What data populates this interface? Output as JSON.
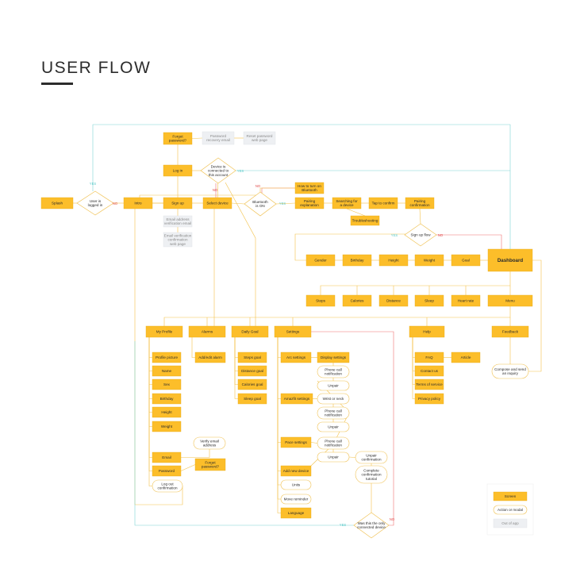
{
  "title": "USER FLOW",
  "colors": {
    "screen": "#fcbe2a",
    "screen_border": "#e9a818",
    "action_border": "#f0c255",
    "out_of_app": "#eef0f3",
    "flow_line": "#f3c24a",
    "yes_line": "#7fd6d6",
    "no_line": "#ef7070",
    "yes_text": "#55c8c8",
    "no_text": "#e04646"
  },
  "nodes": [
    {
      "id": "splash",
      "label": "Splash",
      "type": "screen"
    },
    {
      "id": "logged",
      "label": "User is|logged in",
      "type": "decision"
    },
    {
      "id": "intro",
      "label": "Intro",
      "type": "screen"
    },
    {
      "id": "forgot1",
      "label": "Forgot|password?",
      "type": "screen"
    },
    {
      "id": "pwemail",
      "label": "Password|recovery email",
      "type": "out"
    },
    {
      "id": "resetweb",
      "label": "Reset password|web page",
      "type": "out"
    },
    {
      "id": "login",
      "label": "Log in",
      "type": "screen"
    },
    {
      "id": "devconn",
      "label": "Device is|connected to|this account",
      "type": "decision"
    },
    {
      "id": "signup",
      "label": "Sign up",
      "type": "screen"
    },
    {
      "id": "seldev",
      "label": "Select device",
      "type": "screen"
    },
    {
      "id": "bt",
      "label": "Bluetooth|is ON",
      "type": "decision"
    },
    {
      "id": "howbt",
      "label": "How to turn on|Bluetooth",
      "type": "screen"
    },
    {
      "id": "pairexp",
      "label": "Pairing|explanation",
      "type": "screen"
    },
    {
      "id": "search",
      "label": "Searching for|a device",
      "type": "screen"
    },
    {
      "id": "tap",
      "label": "Tap to confirm",
      "type": "screen"
    },
    {
      "id": "pairconf",
      "label": "Pairing|confirmation",
      "type": "screen"
    },
    {
      "id": "trouble",
      "label": "Troubleshooting",
      "type": "screen"
    },
    {
      "id": "signupflow",
      "label": "Sign up flow",
      "type": "decision"
    },
    {
      "id": "emailver",
      "label": "Email address|verification email",
      "type": "out"
    },
    {
      "id": "emailverweb",
      "label": "Email verification|confirmation|web page",
      "type": "out"
    },
    {
      "id": "gender",
      "label": "Gender",
      "type": "screen"
    },
    {
      "id": "birthday1",
      "label": "Birthday",
      "type": "screen"
    },
    {
      "id": "height1",
      "label": "Height",
      "type": "screen"
    },
    {
      "id": "weight1",
      "label": "Weight",
      "type": "screen"
    },
    {
      "id": "goal",
      "label": "Goal",
      "type": "screen"
    },
    {
      "id": "dashboard",
      "label": "Dashboard",
      "type": "screen"
    },
    {
      "id": "steps",
      "label": "Steps",
      "type": "screen"
    },
    {
      "id": "calories",
      "label": "Calories",
      "type": "screen"
    },
    {
      "id": "distance",
      "label": "Distance",
      "type": "screen"
    },
    {
      "id": "sleep",
      "label": "Sleep",
      "type": "screen"
    },
    {
      "id": "heartrate",
      "label": "Heart rate",
      "type": "screen"
    },
    {
      "id": "menu",
      "label": "Menu",
      "type": "screen"
    },
    {
      "id": "myprofile",
      "label": "My Profile",
      "type": "screen"
    },
    {
      "id": "alarms",
      "label": "Alarms",
      "type": "screen"
    },
    {
      "id": "dailygoal",
      "label": "Daily Goal",
      "type": "screen"
    },
    {
      "id": "settings",
      "label": "Settings",
      "type": "screen"
    },
    {
      "id": "help",
      "label": "Help",
      "type": "screen"
    },
    {
      "id": "feedback",
      "label": "Feedback",
      "type": "screen"
    },
    {
      "id": "profilepic",
      "label": "Profile picture",
      "type": "screen"
    },
    {
      "id": "name",
      "label": "Name",
      "type": "screen"
    },
    {
      "id": "sex",
      "label": "Sex",
      "type": "screen"
    },
    {
      "id": "birthday2",
      "label": "Birthday",
      "type": "screen"
    },
    {
      "id": "height2",
      "label": "Height",
      "type": "screen"
    },
    {
      "id": "weight2",
      "label": "Weight",
      "type": "screen"
    },
    {
      "id": "addalarm",
      "label": "Add/edit alarm",
      "type": "screen"
    },
    {
      "id": "stepsgoal",
      "label": "Steps goal",
      "type": "screen"
    },
    {
      "id": "distgoal",
      "label": "Distance goal",
      "type": "screen"
    },
    {
      "id": "calgoal",
      "label": "Calories goal",
      "type": "screen"
    },
    {
      "id": "sleepgoal",
      "label": "Sleep goal",
      "type": "screen"
    },
    {
      "id": "arcset",
      "label": "Arc settings",
      "type": "screen"
    },
    {
      "id": "dispset",
      "label": "Display settings",
      "type": "screen"
    },
    {
      "id": "phonecall1",
      "label": "Phone call|notification",
      "type": "action"
    },
    {
      "id": "unpair1",
      "label": "Unpair",
      "type": "action"
    },
    {
      "id": "amazfit",
      "label": "Amazfit settings",
      "type": "screen"
    },
    {
      "id": "wrist",
      "label": "Wrist or neck",
      "type": "action"
    },
    {
      "id": "phonecall2",
      "label": "Phone call|notification",
      "type": "action"
    },
    {
      "id": "unpair2",
      "label": "Unpair",
      "type": "action"
    },
    {
      "id": "paceset",
      "label": "Pace settings",
      "type": "screen"
    },
    {
      "id": "phonecall3",
      "label": "Phone call|notification",
      "type": "action"
    },
    {
      "id": "unpair3",
      "label": "Unpair",
      "type": "action"
    },
    {
      "id": "unpairconf",
      "label": "Unpair|confirmation",
      "type": "action"
    },
    {
      "id": "complete",
      "label": "Complete|confirmation|tutorial",
      "type": "action"
    },
    {
      "id": "addnew",
      "label": "Add new device",
      "type": "screen"
    },
    {
      "id": "units",
      "label": "Units",
      "type": "action"
    },
    {
      "id": "move",
      "label": "Move reminder",
      "type": "action"
    },
    {
      "id": "language",
      "label": "Language",
      "type": "screen"
    },
    {
      "id": "onlydev",
      "label": "Was this the only|connected device",
      "type": "decision"
    },
    {
      "id": "verifyemail",
      "label": "Verify email|address",
      "type": "action"
    },
    {
      "id": "email",
      "label": "Email",
      "type": "screen"
    },
    {
      "id": "forgot2",
      "label": "Forgot|password?",
      "type": "screen"
    },
    {
      "id": "password",
      "label": "Password",
      "type": "screen"
    },
    {
      "id": "logout",
      "label": "Log out|confirmation",
      "type": "action"
    },
    {
      "id": "faq",
      "label": "FAQ",
      "type": "screen"
    },
    {
      "id": "article",
      "label": "Article",
      "type": "screen"
    },
    {
      "id": "contact",
      "label": "Contact us",
      "type": "screen"
    },
    {
      "id": "terms",
      "label": "Terms of service",
      "type": "screen"
    },
    {
      "id": "privacy",
      "label": "Privacy policy",
      "type": "screen"
    },
    {
      "id": "inquiry",
      "label": "Compose and send|an inquiry",
      "type": "action"
    }
  ],
  "edge_labels": [
    {
      "id": "yes-logged",
      "text": "YES",
      "kind": "yes"
    },
    {
      "id": "no-logged",
      "text": "NO",
      "kind": "no"
    },
    {
      "id": "yes-devconn",
      "text": "YES",
      "kind": "yes"
    },
    {
      "id": "no-devconn",
      "text": "NO",
      "kind": "no"
    },
    {
      "id": "no-bt",
      "text": "NO",
      "kind": "no"
    },
    {
      "id": "yes-bt",
      "text": "YES",
      "kind": "yes"
    },
    {
      "id": "yes-signupflow",
      "text": "YES",
      "kind": "yes"
    },
    {
      "id": "no-signupflow",
      "text": "NO",
      "kind": "no"
    },
    {
      "id": "yes-onlydev",
      "text": "YES",
      "kind": "yes"
    },
    {
      "id": "no-onlydev",
      "text": "NO",
      "kind": "no"
    }
  ],
  "legend": {
    "screen": "Screen",
    "action": "Action or modal",
    "out": "Out of app"
  }
}
